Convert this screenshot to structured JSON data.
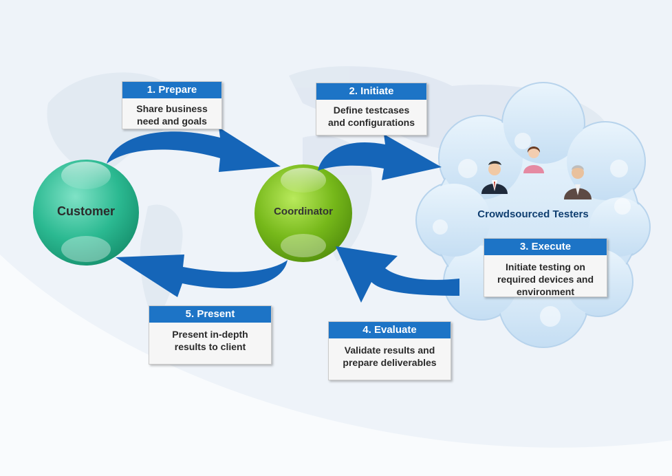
{
  "nodes": {
    "customer": "Customer",
    "coordinator": "Coordinator",
    "testers": "Crowdsourced Testers"
  },
  "steps": [
    {
      "title": "1. Prepare",
      "desc_lines": [
        "Share business",
        "need and goals"
      ]
    },
    {
      "title": "2. Initiate",
      "desc_lines": [
        "Define testcases",
        "and configurations"
      ]
    },
    {
      "title": "3. Execute",
      "desc_lines": [
        "Initiate testing on",
        "required devices and",
        "environment"
      ]
    },
    {
      "title": "4. Evaluate",
      "desc_lines": [
        "Validate results and",
        "prepare deliverables"
      ]
    },
    {
      "title": "5. Present",
      "desc_lines": [
        "Present in-depth",
        "results to client"
      ]
    }
  ],
  "icons": [
    "globe-map-background",
    "cloud-icon",
    "person-man-icon",
    "person-woman-icon",
    "person-elder-icon",
    "curved-arrow-icon"
  ],
  "colors": {
    "background": "#eef3f9",
    "arrow_blue": "#1565b8",
    "step_header": "#1d74c6",
    "customer_green": "#25b48e",
    "coordinator_green": "#6fb315",
    "cloud_blue": "#cfe5f7",
    "testers_text": "#0f3e70"
  }
}
